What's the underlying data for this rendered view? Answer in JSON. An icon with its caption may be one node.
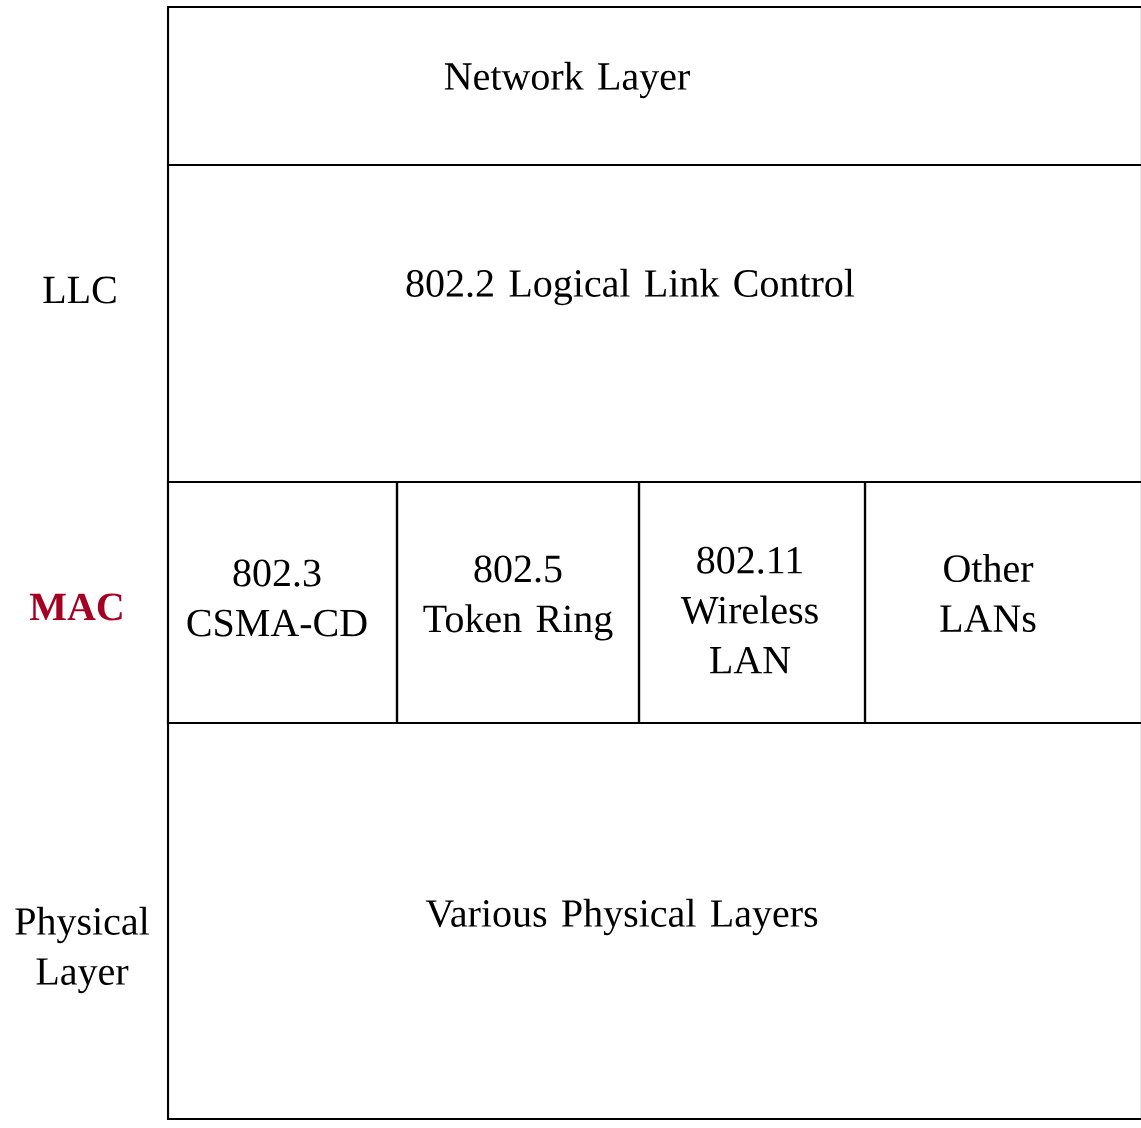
{
  "diagram": {
    "nodes": [
      {
        "text": [
          "Network Layer"
        ]
      },
      {
        "text": [
          "802.2  Logical Link Control"
        ]
      },
      {
        "text": [
          "802.3 CSMA-CD"
        ]
      },
      {
        "text": [
          "802.5 Token Ring"
        ]
      },
      {
        "text": [
          "802.11 Wireless LAN"
        ]
      },
      {
        "text": [
          "Other LANs"
        ]
      },
      {
        "text": [
          "Various Physical Layers"
        ]
      }
    ],
    "labels": [
      "LLC",
      "MAC",
      "Physical Layer"
    ]
  }
}
